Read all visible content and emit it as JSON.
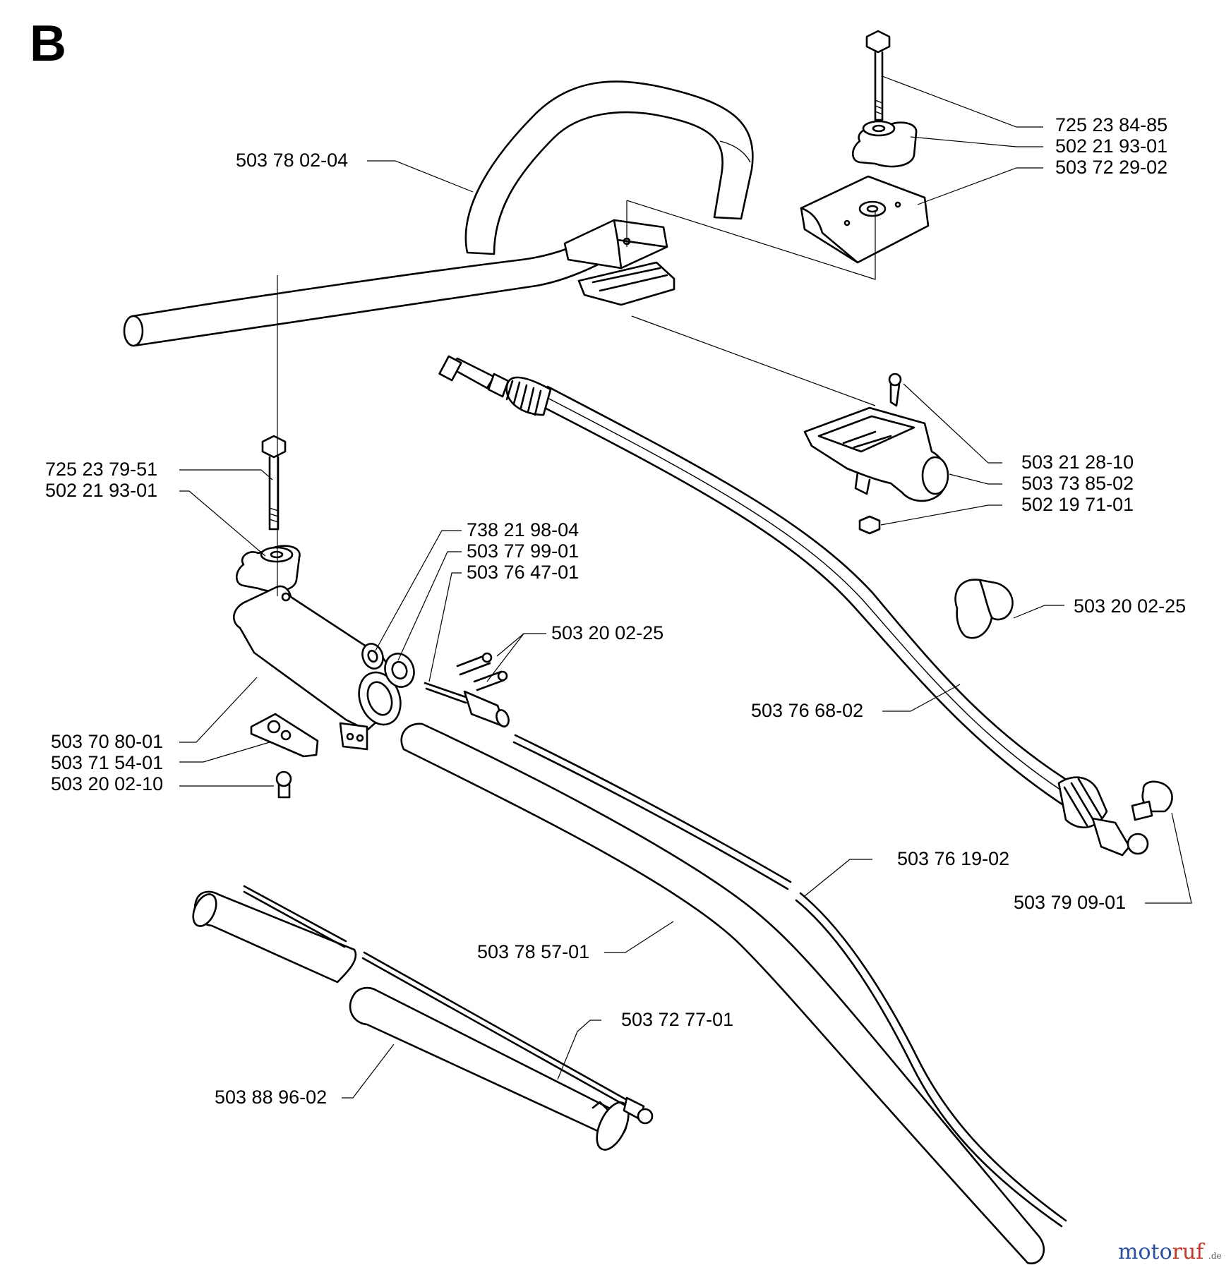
{
  "section_letter": "B",
  "watermark": {
    "text": "motoruf",
    "suffix": ".de"
  },
  "labels": {
    "handle": "503 78 02-04",
    "bolt_top": "725 23 84-85",
    "knob_top": "502 21 93-01",
    "clamp_top": "503 72 29-02",
    "screw_bracket": "503 21 28-10",
    "bracket": "503 73 85-02",
    "nut_bracket": "502 19 71-01",
    "cable_clip": "503 20 02-25",
    "flex_shaft": "503 76 68-02",
    "drive_cable": "503 76 19-02",
    "end_clip": "503 79 09-01",
    "bolt_left": "725 23 79-51",
    "knob_left": "502 21 93-01",
    "bearing_a": "738 21 98-04",
    "bearing_b": "503 77 99-01",
    "shaft_end": "503 76 47-01",
    "screws": "503 20 02-25",
    "tube_clamp": "503 70 80-01",
    "clamp_plate": "503 71 54-01",
    "clamp_screw": "503 20 02-10",
    "tube_bent": "503 78 57-01",
    "inner_shaft": "503 72 77-01",
    "tube_straight": "503 88 96-02"
  }
}
